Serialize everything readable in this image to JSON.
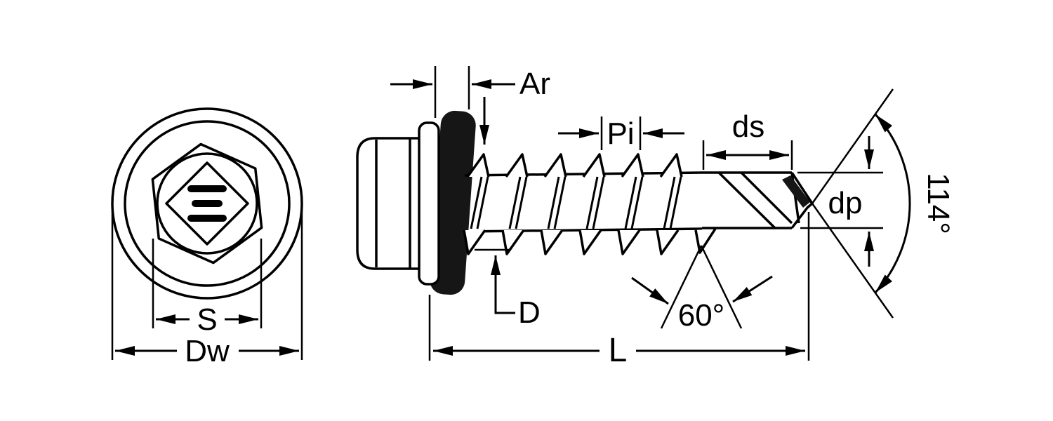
{
  "drawing": {
    "type": "technical-dimension-diagram",
    "subject": "hex washer head self-drilling screw with EPDM sealing washer, front and side views",
    "colors": {
      "line": "#000000",
      "background": "#ffffff",
      "seal_fill": "#161616"
    },
    "dimensions": {
      "hex_width_across_flats": "S",
      "washer_outer_diameter": "Dw",
      "seal_thickness": "Ar",
      "thread_pitch": "Pi",
      "drill_shank_diameter": "ds",
      "drill_point_diameter": "dp",
      "drill_point_angle": "114°",
      "thread_major_diameter": "D",
      "thread_profile_angle": "60°",
      "screw_length": "L"
    }
  }
}
